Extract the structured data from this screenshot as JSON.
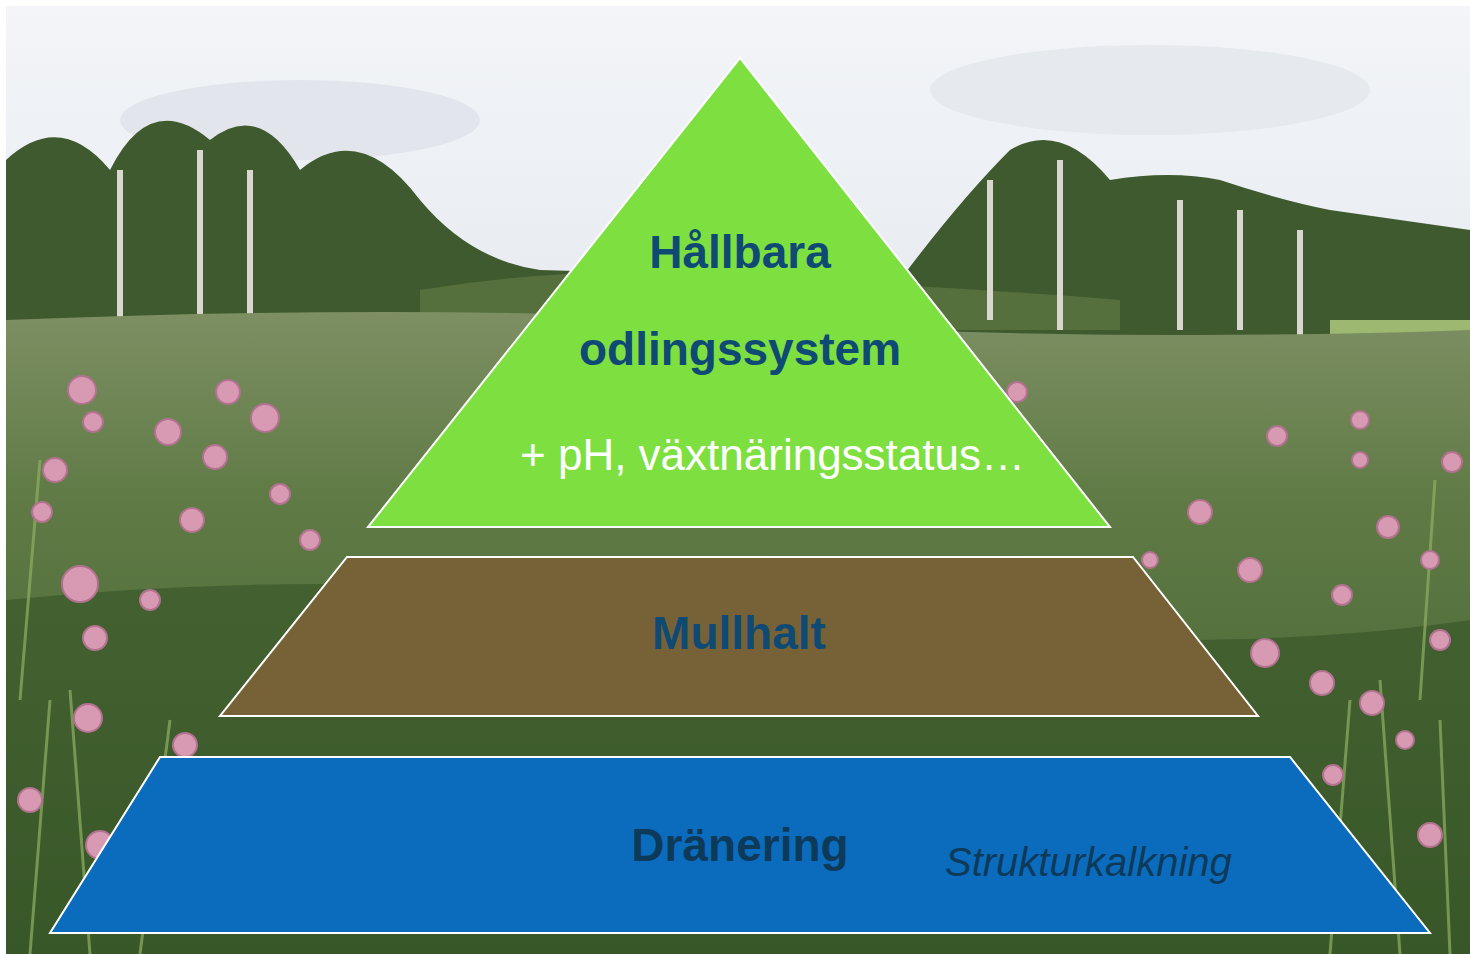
{
  "diagram": {
    "nodes": [
      {
        "text": [
          "Hållbara odlingssystem",
          "+ pH, växtnäringsstatus…"
        ]
      },
      {
        "text": [
          "Mullhalt"
        ]
      },
      {
        "text": [
          "Dränering",
          "Strukturkalkning"
        ]
      }
    ]
  }
}
